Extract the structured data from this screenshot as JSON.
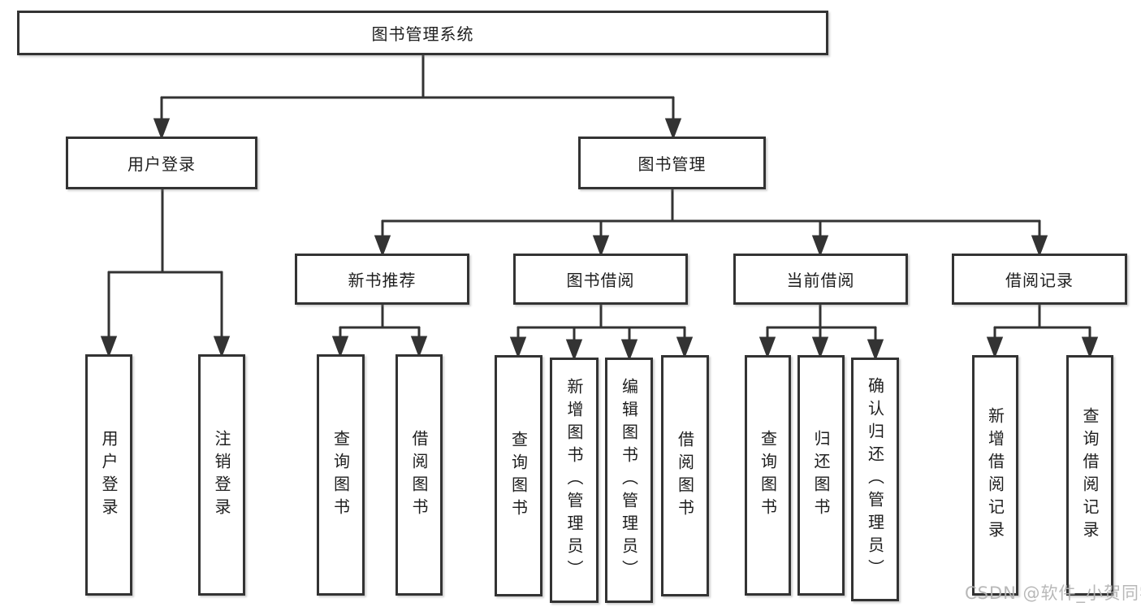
{
  "tree": {
    "root": {
      "label": "图书管理系统"
    },
    "branches": [
      {
        "label": "用户登录",
        "children": [
          "用户登录",
          "注销登录"
        ]
      },
      {
        "label": "图书管理",
        "sections": [
          {
            "label": "新书推荐",
            "children": [
              "查询图书",
              "借阅图书"
            ]
          },
          {
            "label": "图书借阅",
            "children": [
              "查询图书",
              "新增图书（管理员）",
              "编辑图书（管理员）",
              "借阅图书"
            ]
          },
          {
            "label": "当前借阅",
            "children": [
              "查询图书",
              "归还图书",
              "确认归还（管理员）"
            ]
          },
          {
            "label": "借阅记录",
            "children": [
              "新增借阅记录",
              "查询借阅记录"
            ]
          }
        ]
      }
    ]
  },
  "watermark": {
    "text": "CSDN @软件_小贺同学"
  },
  "colors": {
    "line": "#333333",
    "box_border": "#333333",
    "text": "#1e1e1e",
    "watermark": "#b3b3b3",
    "background": "#ffffff"
  }
}
